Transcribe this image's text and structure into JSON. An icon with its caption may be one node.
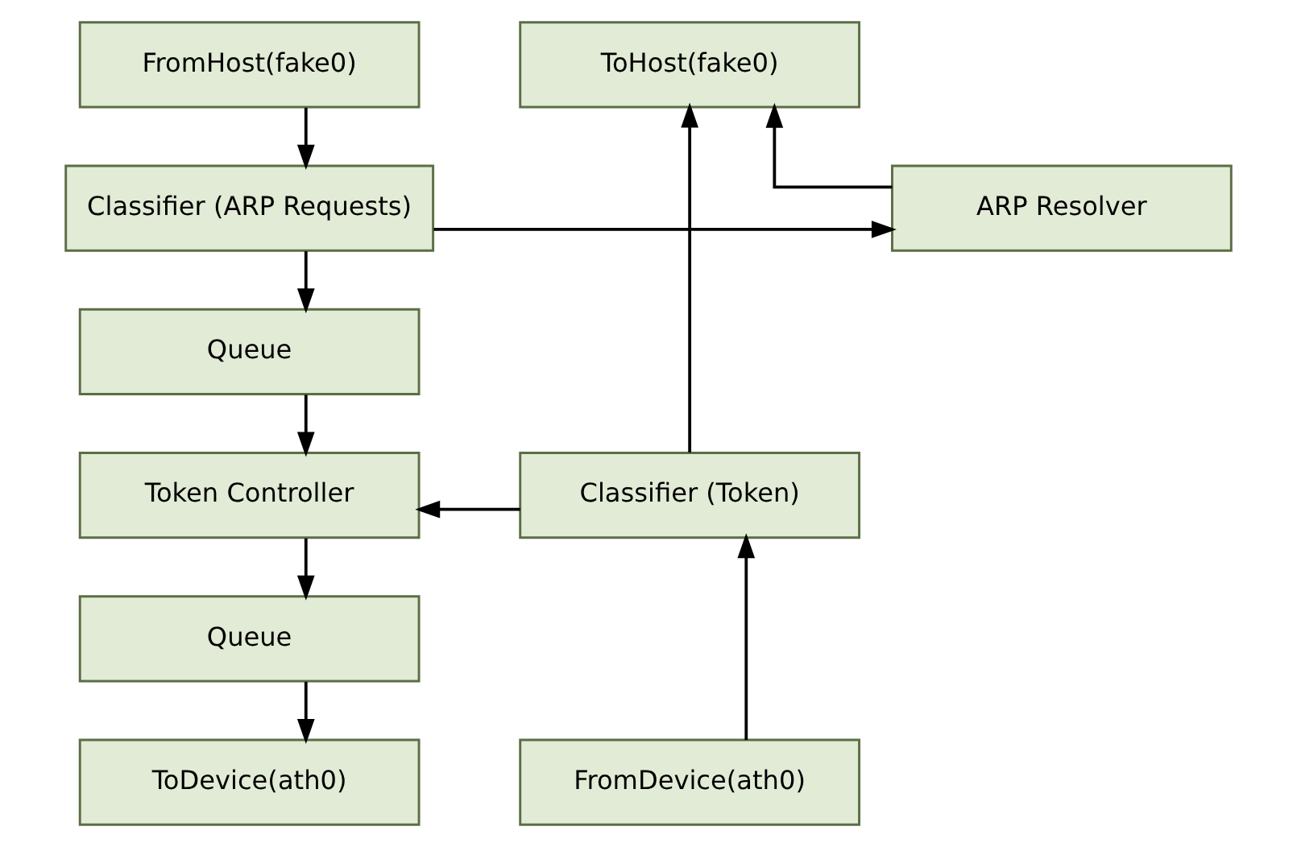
{
  "diagram": {
    "nodes": [
      {
        "text": [
          "FromHost(fake0)"
        ]
      },
      {
        "text": [
          "ToHost(fake0)"
        ]
      },
      {
        "text": [
          "Classifier (ARP Requests)"
        ]
      },
      {
        "text": [
          "ARP Resolver"
        ]
      },
      {
        "text": [
          "Queue"
        ]
      },
      {
        "text": [
          "Token Controller"
        ]
      },
      {
        "text": [
          "Classifier (Token)"
        ]
      },
      {
        "text": [
          "Queue"
        ]
      },
      {
        "text": [
          "ToDevice(ath0)"
        ]
      },
      {
        "text": [
          "FromDevice(ath0)"
        ]
      }
    ],
    "edges": [
      {
        "from": 0,
        "to": 2,
        "arrow": "to"
      },
      {
        "from": 2,
        "to": 3,
        "arrow": "to"
      },
      {
        "from": 2,
        "to": 4,
        "arrow": "to"
      },
      {
        "from": 3,
        "to": 1,
        "arrow": "to"
      },
      {
        "from": 4,
        "to": 5,
        "arrow": "to"
      },
      {
        "from": 6,
        "to": 5,
        "arrow": "to"
      },
      {
        "from": 6,
        "to": 1,
        "arrow": "to"
      },
      {
        "from": 5,
        "to": 7,
        "arrow": "to"
      },
      {
        "from": 7,
        "to": 8,
        "arrow": "to"
      },
      {
        "from": 9,
        "to": 6,
        "arrow": "to"
      }
    ]
  }
}
